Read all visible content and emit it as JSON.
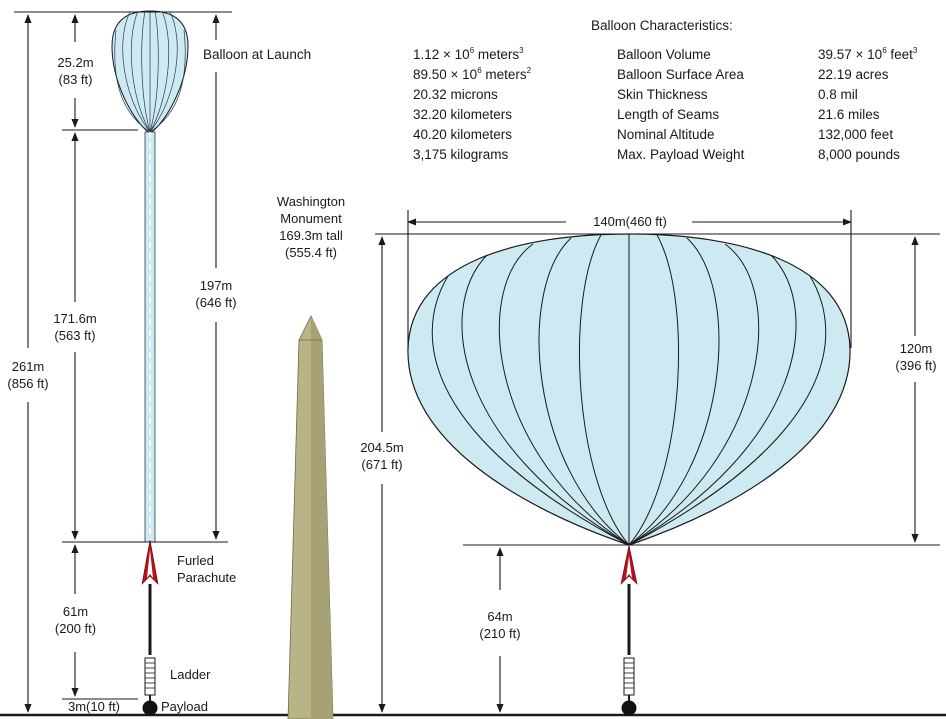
{
  "characteristics": {
    "title": "Balloon Characteristics:",
    "metric": [
      {
        "value": "1.12 × 10",
        "exp": "6",
        "unit": " meters",
        "unit_exp": "3"
      },
      {
        "value": "89.50 × 10",
        "exp": "6",
        "unit": " meters",
        "unit_exp": "2"
      },
      {
        "value": "20.32 microns"
      },
      {
        "value": "32.20 kilometers"
      },
      {
        "value": "40.20 kilometers"
      },
      {
        "value": "3,175 kilograms"
      }
    ],
    "names": [
      "Balloon Volume",
      "Balloon Surface Area",
      "Skin Thickness",
      "Length of Seams",
      "Nominal Altitude",
      "Max. Payload Weight"
    ],
    "imperial": [
      {
        "value": "39.57 × 10",
        "exp": "6",
        "unit": " feet",
        "unit_exp": "3"
      },
      {
        "value": "22.19 acres"
      },
      {
        "value": "0.8 mil"
      },
      {
        "value": "21.6 miles"
      },
      {
        "value": "132,000 feet"
      },
      {
        "value": "8,000 pounds"
      }
    ]
  },
  "launch": {
    "title": "Balloon at Launch",
    "balloon_height": {
      "m": "25.2m",
      "ft": "(83 ft)"
    },
    "tether_height": {
      "m": "171.6m",
      "ft": "(563 ft)"
    },
    "total_height": {
      "m": "261m",
      "ft": "(856 ft)"
    },
    "to_parachute": {
      "m": "197m",
      "ft": "(646 ft)"
    },
    "parachute_label": [
      "Furled",
      "Parachute"
    ],
    "ladder_section": {
      "m": "61m",
      "ft": "(200 ft)"
    },
    "ladder_label": "Ladder",
    "payload_height": "3m(10 ft)",
    "payload_label": "Payload"
  },
  "monument": {
    "lines": [
      "Washington",
      "Monument",
      "169.3m tall",
      "(555.4 ft)"
    ]
  },
  "float": {
    "width": "140m(460 ft)",
    "balloon_height": {
      "m": "120m",
      "ft": "(396 ft)"
    },
    "total_height": {
      "m": "204.5m",
      "ft": "(671 ft)"
    },
    "payload_line": {
      "m": "64m",
      "ft": "(210 ft)"
    }
  },
  "colors": {
    "balloon_fill": "#cdeaf3",
    "balloon_stroke": "#1a1a1a",
    "monument_fill": "#b8b487",
    "monument_shadow": "#9f9b70",
    "parachute_red": "#b5121b",
    "line": "#1a1a1a"
  }
}
